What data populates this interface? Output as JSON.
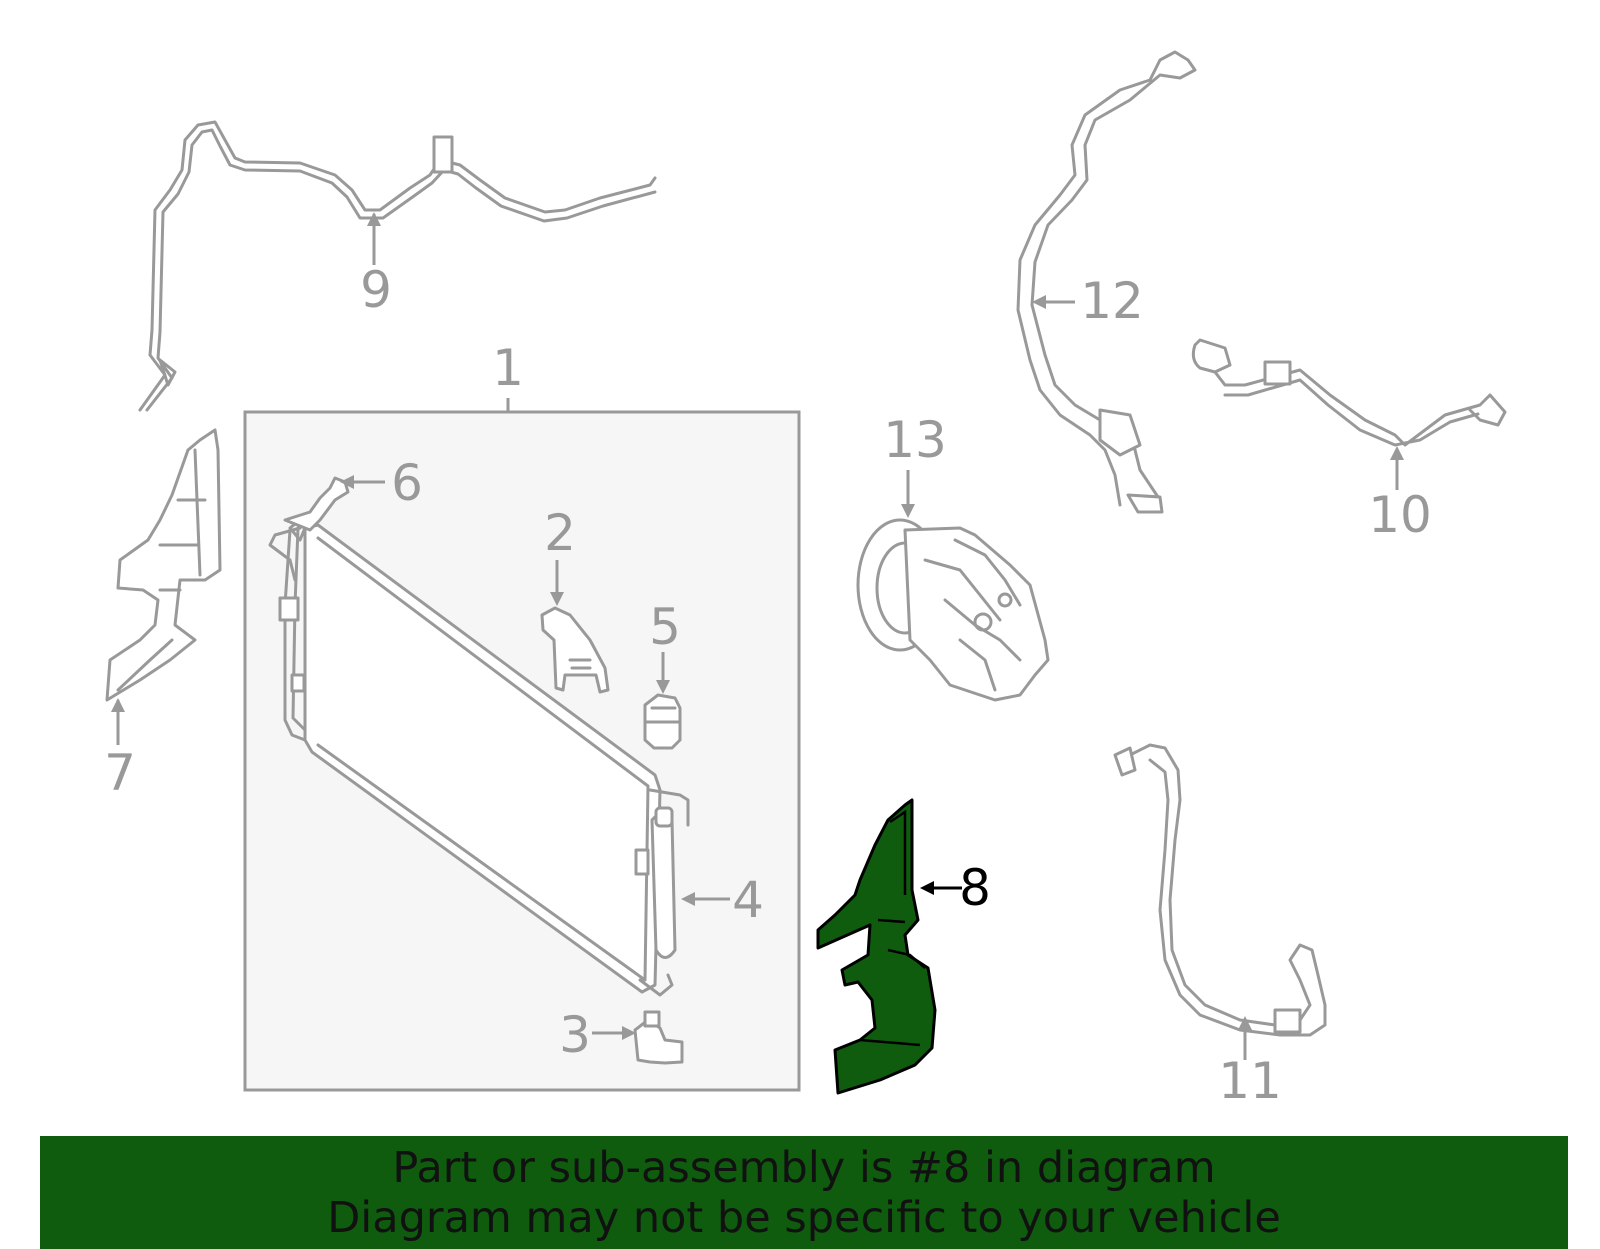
{
  "diagram": {
    "callouts": [
      {
        "id": "1",
        "label": "1"
      },
      {
        "id": "2",
        "label": "2"
      },
      {
        "id": "3",
        "label": "3"
      },
      {
        "id": "4",
        "label": "4"
      },
      {
        "id": "5",
        "label": "5"
      },
      {
        "id": "6",
        "label": "6"
      },
      {
        "id": "7",
        "label": "7"
      },
      {
        "id": "8",
        "label": "8"
      },
      {
        "id": "9",
        "label": "9"
      },
      {
        "id": "10",
        "label": "10"
      },
      {
        "id": "11",
        "label": "11"
      },
      {
        "id": "12",
        "label": "12"
      },
      {
        "id": "13",
        "label": "13"
      }
    ],
    "highlighted_part": "8"
  },
  "banner": {
    "line1": "Part or sub-assembly is #8 in diagram",
    "line2": "Diagram may not be specific to your vehicle"
  },
  "colors": {
    "highlight": "#0f5c0f",
    "banner_bg": "#0f5c0f",
    "line_gray": "#999999",
    "label_gray": "#999999",
    "box_fill": "#f6f6f6"
  }
}
